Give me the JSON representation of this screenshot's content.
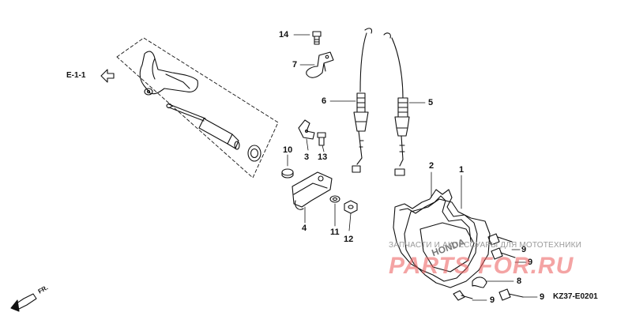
{
  "diagram": {
    "reference_label": "E-1-1",
    "direction_label": "FR.",
    "diagram_code": "KZ37-E0201",
    "callouts": [
      "14",
      "7",
      "6",
      "5",
      "10",
      "3",
      "13",
      "2",
      "1",
      "4",
      "11",
      "12",
      "9",
      "9",
      "8",
      "9",
      "9"
    ]
  },
  "watermark": {
    "caption": "ЗАПЧАСТИ И АКСЕССУАРЫ ДЛЯ МОТОТЕХНИКИ",
    "logo": "PARTS FOR.RU",
    "logo_color": "#eb5a5a"
  }
}
